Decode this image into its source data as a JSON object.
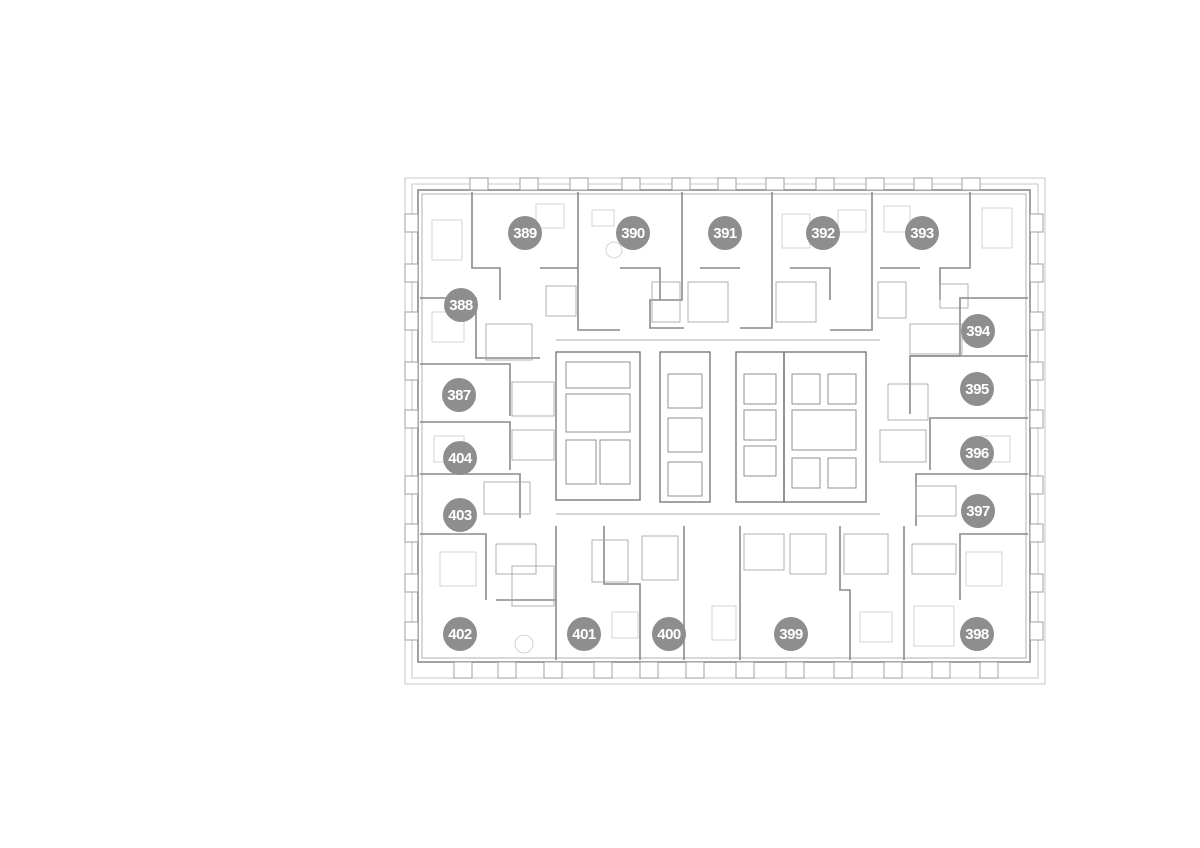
{
  "plan": {
    "apartments": [
      {
        "number": "389"
      },
      {
        "number": "390"
      },
      {
        "number": "391"
      },
      {
        "number": "392"
      },
      {
        "number": "393"
      },
      {
        "number": "388"
      },
      {
        "number": "394"
      },
      {
        "number": "387"
      },
      {
        "number": "395"
      },
      {
        "number": "404"
      },
      {
        "number": "396"
      },
      {
        "number": "403"
      },
      {
        "number": "397"
      },
      {
        "number": "402"
      },
      {
        "number": "401"
      },
      {
        "number": "400"
      },
      {
        "number": "399"
      },
      {
        "number": "398"
      }
    ]
  },
  "colors": {
    "marker_fill": "#8e8e8e",
    "marker_text": "#ffffff",
    "walls": "#8a8a8a"
  }
}
